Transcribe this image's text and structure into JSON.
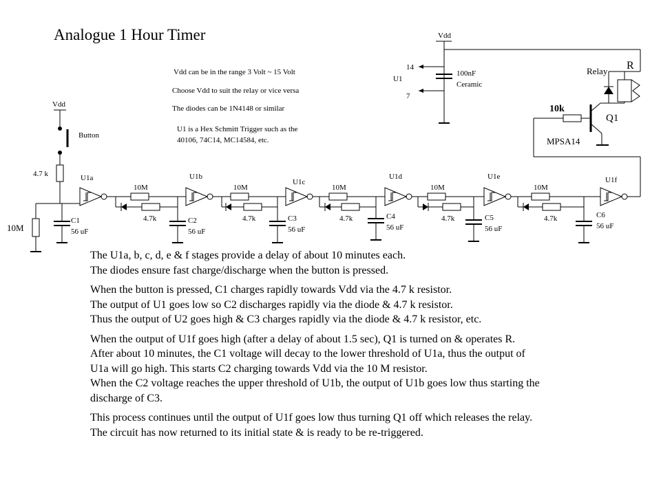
{
  "title": "Analogue 1 Hour Timer",
  "notes": [
    "Vdd can be in the range 3 Volt ~ 15 Volt",
    "Choose Vdd to suit the relay or vice versa",
    "The diodes can be 1N4148 or similar",
    "U1 is a Hex Schmitt Trigger  such as the",
    "40106, 74C14, MC14584, etc."
  ],
  "labels": {
    "vdd_left": "Vdd",
    "vdd_top": "Vdd",
    "button": "Button",
    "r_input": "4.7 k",
    "r_gnd": "10M",
    "u1": "U1",
    "pin14": "14",
    "pin7": "7",
    "decap_value": "100nF",
    "decap_type": "Ceramic",
    "relay": "Relay",
    "relay_r": "R",
    "r_base": "10k",
    "q1": "Q1",
    "transistor": "MPSA14"
  },
  "stages": [
    {
      "gate": "U1a",
      "cap": "C1",
      "cap_value": "56 uF"
    },
    {
      "gate": "U1b",
      "cap": "C2",
      "cap_value": "56 uF",
      "r_series": "10M",
      "r_fast": "4.7k"
    },
    {
      "gate": "U1c",
      "cap": "C3",
      "cap_value": "56 uF",
      "r_series": "10M",
      "r_fast": "4.7k"
    },
    {
      "gate": "U1d",
      "cap": "C4",
      "cap_value": "56 uF",
      "r_series": "10M",
      "r_fast": "4.7k"
    },
    {
      "gate": "U1e",
      "cap": "C5",
      "cap_value": "56 uF",
      "r_series": "10M",
      "r_fast": "4.7k"
    },
    {
      "gate": "U1f",
      "cap": "C6",
      "cap_value": "56 uF",
      "r_series": "10M",
      "r_fast": "4.7k"
    }
  ],
  "description": [
    [
      "The U1a, b, c, d, e & f stages provide a delay of about 10 minutes each.",
      "The diodes ensure fast charge/discharge when the button is pressed."
    ],
    [
      "When the button is pressed, C1 charges rapidly towards Vdd via the 4.7 k resistor.",
      "The output of U1 goes low so C2 discharges rapidly via the diode & 4.7 k resistor.",
      "Thus the output of U2 goes high & C3 charges rapidly via the diode & 4.7 k resistor, etc."
    ],
    [
      "When the output of U1f goes high (after a delay of about 1.5 sec), Q1 is turned on & operates R.",
      "After about 10 minutes, the C1 voltage will decay to the lower threshold of U1a, thus the output of",
      "U1a will go high.  This starts C2 charging towards Vdd via the 10 M resistor.",
      "When the C2 voltage reaches the upper threshold of U1b, the output of U1b goes low thus starting the",
      "discharge of C3."
    ],
    [
      "This process continues until the output of U1f goes low thus turning Q1 off which releases the relay.",
      "The circuit has now returned to its initial state & is ready to be re-triggered."
    ]
  ]
}
